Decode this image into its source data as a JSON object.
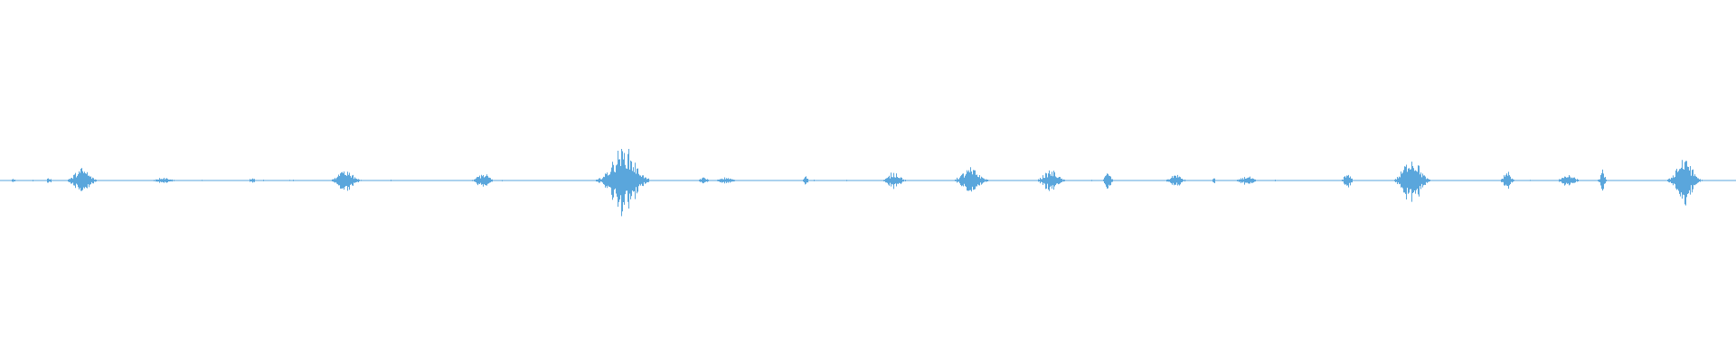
{
  "waveform": {
    "color": "#5aa6dc",
    "background": "#ffffff",
    "bursts": [
      {
        "at": 0.008,
        "amp": 0.04,
        "span": 0.004
      },
      {
        "at": 0.028,
        "amp": 0.05,
        "span": 0.004
      },
      {
        "at": 0.047,
        "amp": 0.22,
        "span": 0.013
      },
      {
        "at": 0.094,
        "amp": 0.06,
        "span": 0.012
      },
      {
        "at": 0.145,
        "amp": 0.05,
        "span": 0.005
      },
      {
        "at": 0.199,
        "amp": 0.22,
        "span": 0.012
      },
      {
        "at": 0.278,
        "amp": 0.13,
        "span": 0.01
      },
      {
        "at": 0.359,
        "amp": 0.62,
        "span": 0.02
      },
      {
        "at": 0.405,
        "amp": 0.06,
        "span": 0.006
      },
      {
        "at": 0.418,
        "amp": 0.06,
        "span": 0.01
      },
      {
        "at": 0.464,
        "amp": 0.12,
        "span": 0.003
      },
      {
        "at": 0.515,
        "amp": 0.16,
        "span": 0.01
      },
      {
        "at": 0.559,
        "amp": 0.22,
        "span": 0.015
      },
      {
        "at": 0.605,
        "amp": 0.2,
        "span": 0.012
      },
      {
        "at": 0.638,
        "amp": 0.16,
        "span": 0.005
      },
      {
        "at": 0.677,
        "amp": 0.12,
        "span": 0.009
      },
      {
        "at": 0.699,
        "amp": 0.06,
        "span": 0.002
      },
      {
        "at": 0.718,
        "amp": 0.08,
        "span": 0.01
      },
      {
        "at": 0.776,
        "amp": 0.12,
        "span": 0.006
      },
      {
        "at": 0.813,
        "amp": 0.45,
        "span": 0.014
      },
      {
        "at": 0.868,
        "amp": 0.17,
        "span": 0.006
      },
      {
        "at": 0.903,
        "amp": 0.1,
        "span": 0.011
      },
      {
        "at": 0.923,
        "amp": 0.18,
        "span": 0.004
      },
      {
        "at": 0.97,
        "amp": 0.45,
        "span": 0.013
      }
    ]
  }
}
